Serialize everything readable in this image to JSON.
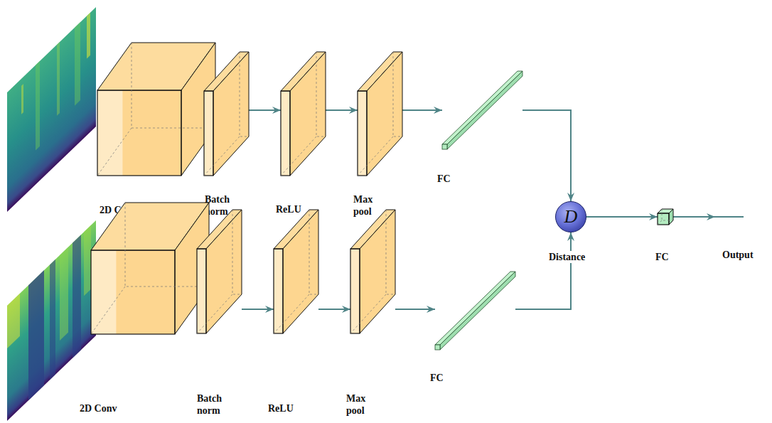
{
  "diagram": {
    "nodes": [
      {
        "text": [
          "2D Conv"
        ]
      },
      {
        "text": [
          "Batch norm"
        ]
      },
      {
        "text": [
          "ReLU"
        ]
      },
      {
        "text": [
          "Max pool"
        ]
      },
      {
        "text": [
          "FC"
        ]
      },
      {
        "text": [
          "2D Conv"
        ]
      },
      {
        "text": [
          "Batch norm"
        ]
      },
      {
        "text": [
          "ReLU"
        ]
      },
      {
        "text": [
          "Max pool"
        ]
      },
      {
        "text": [
          "FC"
        ]
      },
      {
        "text": [
          "D",
          "Distance"
        ]
      },
      {
        "text": [
          "FC"
        ]
      }
    ],
    "edges": [
      {
        "from": 0,
        "to": 1,
        "arrow": "to"
      },
      {
        "from": 1,
        "to": 2,
        "arrow": "to"
      },
      {
        "from": 2,
        "to": 3,
        "arrow": "to"
      },
      {
        "from": 3,
        "to": 4,
        "arrow": "to"
      },
      {
        "from": 4,
        "to": 10,
        "arrow": "to"
      },
      {
        "from": 5,
        "to": 6,
        "arrow": "to"
      },
      {
        "from": 6,
        "to": 7,
        "arrow": "to"
      },
      {
        "from": 7,
        "to": 8,
        "arrow": "to"
      },
      {
        "from": 8,
        "to": 9,
        "arrow": "to"
      },
      {
        "from": 9,
        "to": 10,
        "arrow": "to"
      },
      {
        "from": 10,
        "to": 11,
        "arrow": "to"
      }
    ],
    "labels": [
      "Output"
    ]
  }
}
